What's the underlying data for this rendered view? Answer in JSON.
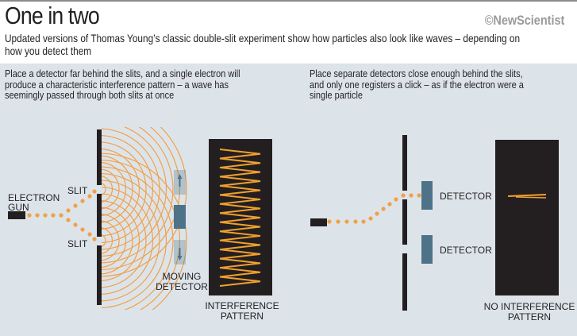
{
  "header": {
    "title": "One in two",
    "brand": "©NewScientist",
    "subtitle": "Updated versions of Thomas Young’s classic double-slit experiment show how particles also look like waves – depending on how you detect them"
  },
  "left_panel": {
    "caption": "Place a detector far behind the slits, and a single electron will produce a characteristic interference pattern – a wave has seemingly passed through both slits at once",
    "gun_label_1": "ELECTRON",
    "gun_label_2": "GUN",
    "slit_top": "SLIT",
    "slit_bottom": "SLIT",
    "detector_label_1": "MOVING",
    "detector_label_2": "DETECTOR",
    "screen_label_1": "INTERFERENCE",
    "screen_label_2": "PATTERN"
  },
  "right_panel": {
    "caption": "Place separate detectors close enough behind the slits, and only one registers a click – as if the electron were a single particle",
    "detector_top": "DETECTOR",
    "detector_bottom": "DETECTOR",
    "screen_label_1": "NO INTERFERENCE",
    "screen_label_2": "PATTERN"
  },
  "colors": {
    "orange": "#f0a04b",
    "dark": "#231f20",
    "detector": "#4e7389",
    "panel": "#dde4e9"
  }
}
